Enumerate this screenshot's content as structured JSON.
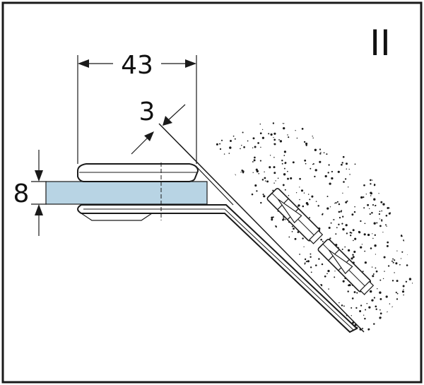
{
  "figure": {
    "roman_label": "II",
    "dim_width": "43",
    "dim_gap": "3",
    "dim_thickness": "8"
  },
  "colors": {
    "line": "#1a1a1a",
    "glass": "#b8d4e4",
    "frame": "#1a1a1a",
    "background": "#ffffff"
  }
}
